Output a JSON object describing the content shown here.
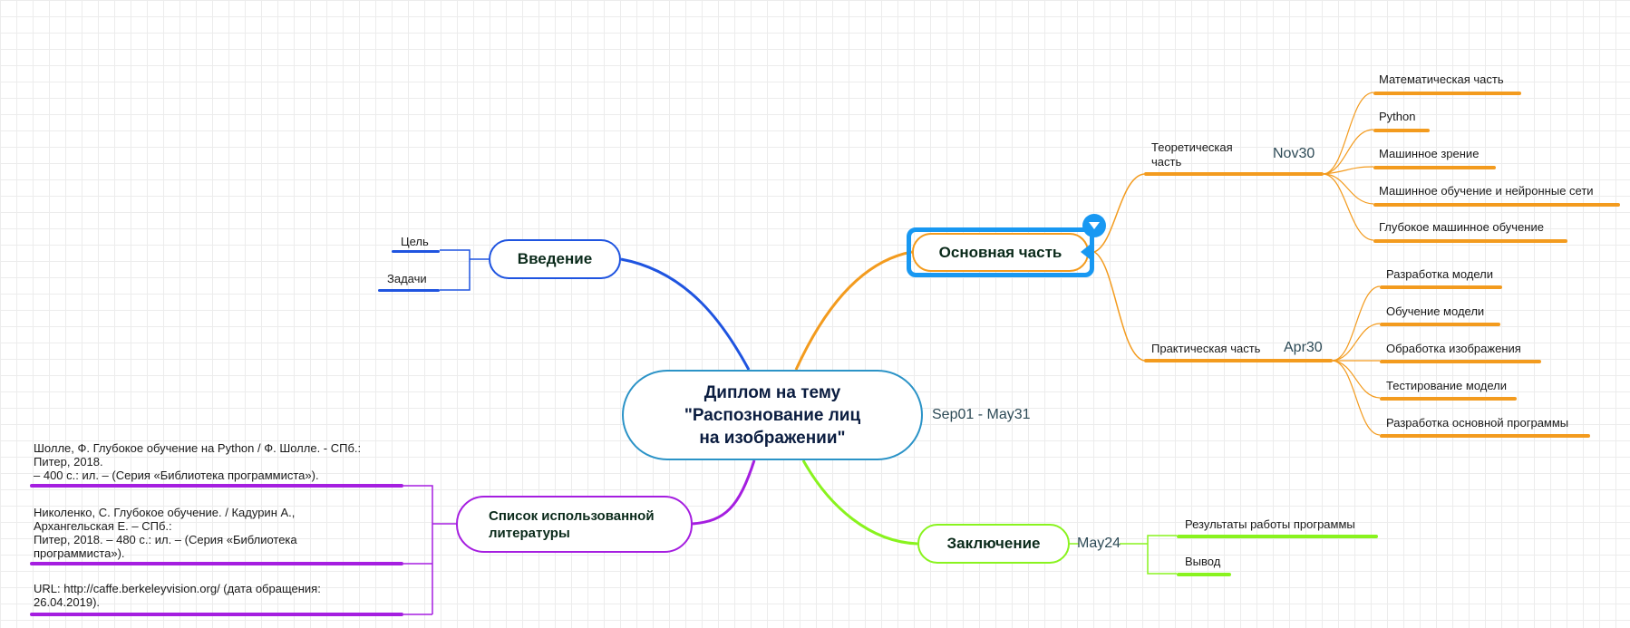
{
  "root": {
    "title": "Диплом на тему\n\"Распознование лиц\nна изображении\"",
    "date": "Sep01 - May31"
  },
  "intro": {
    "label": "Введение",
    "children": [
      "Цель",
      "Задачи"
    ]
  },
  "main": {
    "label": "Основная часть",
    "theory": {
      "label": "Теоретическая\nчасть",
      "date": "Nov30",
      "children": [
        "Математическая часть",
        "Python",
        "Машинное зрение",
        "Машинное обучение и нейронные сети",
        "Глубокое машинное обучение"
      ]
    },
    "practice": {
      "label": "Практическая часть",
      "date": "Apr30",
      "children": [
        "Разработка модели",
        "Обучение модели",
        "Обработка изображения",
        "Тестирование модели",
        "Разработка основной программы"
      ]
    }
  },
  "conclusion": {
    "label": "Заключение",
    "date": "May24",
    "children": [
      "Результаты работы программы",
      "Вывод"
    ]
  },
  "literature": {
    "label": "Список использованной\nлитературы",
    "children": [
      "Шолле, Ф. Глубокое обучение на Python / Ф. Шолле. - СПб.:\nПитер, 2018.\n– 400 с.: ил. – (Серия «Библиотека программиста»).",
      "Николенко, С. Глубокое обучение. / Кадурин А.,\nАрхангельская Е. – СПб.:\nПитер, 2018. – 480 с.: ил. – (Серия «Библиотека\nпрограммиста»).",
      "URL: http://caffe.berkeleyvision.org/ (дата обращения:\n26.04.2019)."
    ]
  },
  "colors": {
    "intro": "#1f54e0",
    "main": "#f39b1e",
    "literature": "#a51ee0",
    "conclusion": "#89f31e",
    "root": "#2b93c7",
    "selection": "#1898f2"
  }
}
